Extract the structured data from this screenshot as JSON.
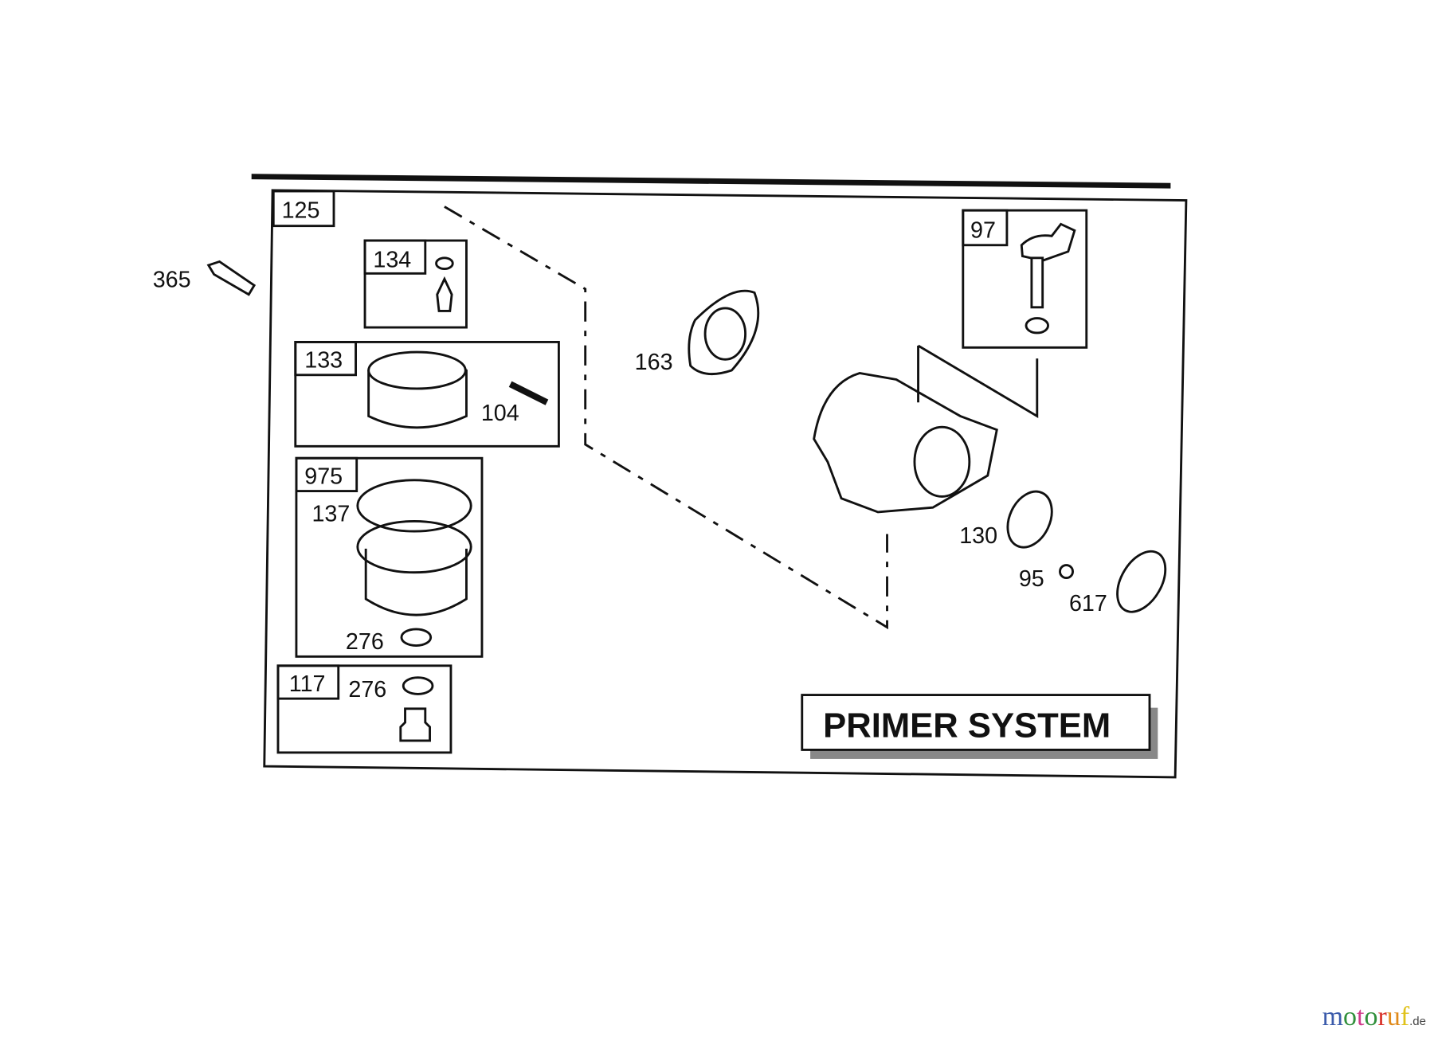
{
  "title": "PRIMER SYSTEM",
  "parts": {
    "p125": "125",
    "p134": "134",
    "p133": "133",
    "p104": "104",
    "p975": "975",
    "p137": "137",
    "p276a": "276",
    "p117": "117",
    "p276b": "276",
    "p365": "365",
    "p163": "163",
    "p97": "97",
    "p130": "130",
    "p95": "95",
    "p617": "617"
  },
  "logo": {
    "text": "motoruf",
    "suffix": ".de",
    "colors": [
      "#3b5bab",
      "#2f8f3a",
      "#d03a8a",
      "#2f8f3a",
      "#d9332b",
      "#e08a1a",
      "#e0c21a"
    ]
  }
}
